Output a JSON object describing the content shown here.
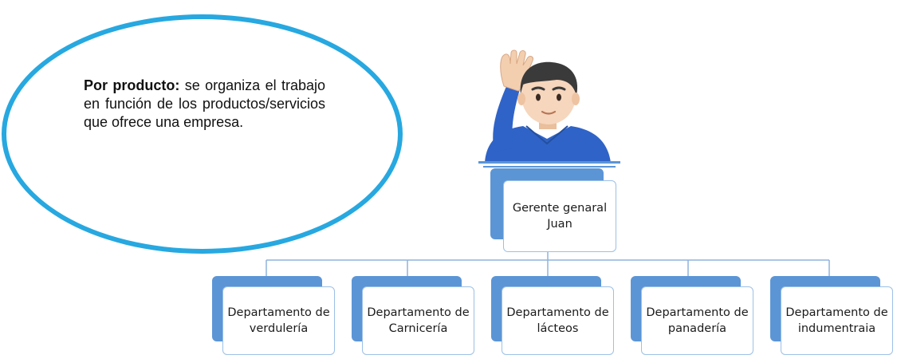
{
  "callout": {
    "title": "Por producto:",
    "text": " se organiza el trabajo en función de los productos/servicios que ofrece una empresa."
  },
  "org": {
    "root": "Gerente genaral Juan",
    "departments": [
      "Departamento de verdulería",
      "Departamento de Carnicería",
      "Departamento de lácteos",
      "Departamento de panadería",
      "Departamento de indumentraia"
    ]
  },
  "colors": {
    "ellipse_border": "#27a8e0",
    "box_shadow": "#5b95d6",
    "box_border": "#9cc0e6",
    "connector": "#8fb3dc"
  },
  "icons": {
    "person": "man-raising-hand-emoji"
  }
}
